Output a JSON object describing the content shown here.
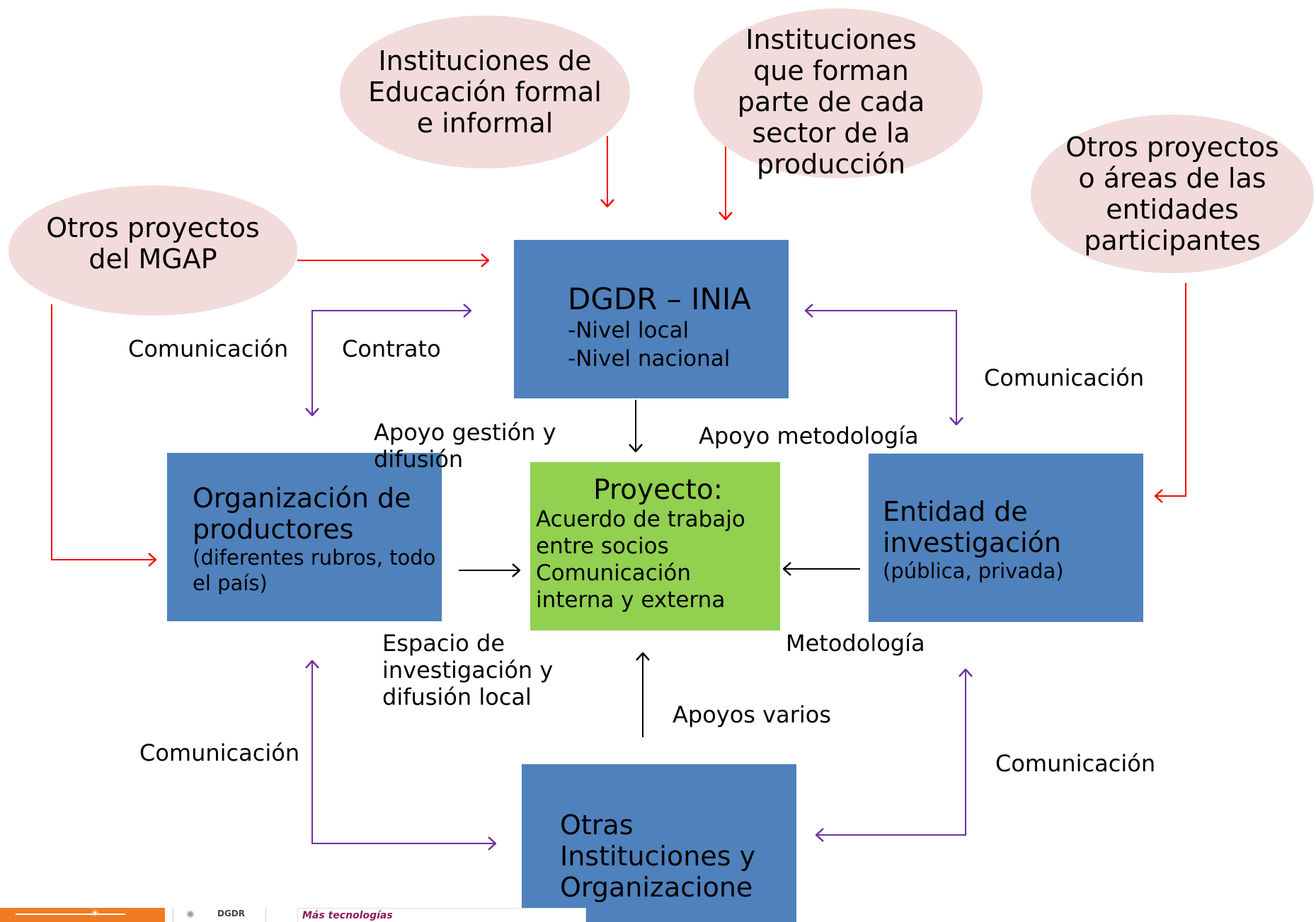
{
  "nodes": {
    "edu_institutions": "Instituciones de\nEducación formal\ne informal",
    "sector_institutions": "Instituciones\nque forman\nparte de cada\nsector de la\nproducción",
    "mgap_projects": "Otros proyectos\ndel MGAP",
    "other_projects": "Otros proyectos\no áreas de las\nentidades\nparticipantes",
    "dgdr": {
      "title": "DGDR – INIA",
      "items": [
        "Nivel local",
        "Nivel nacional"
      ]
    },
    "producers": {
      "title": "Organización de\nproductores",
      "subtitle": "(diferentes rubros, todo\nel país)"
    },
    "project": {
      "title": "Proyecto:",
      "body": "Acuerdo de trabajo\nentre socios\nComunicación\ninterna y externa"
    },
    "research": {
      "title": "Entidad de\ninvestigación",
      "subtitle": "(pública, privada)"
    },
    "others": {
      "title": "Otras\nInstituciones y\nOrganizacione"
    }
  },
  "edge_labels": {
    "comunicacion_left_top": "Comunicación",
    "contrato": "Contrato",
    "comunicacion_right_top": "Comunicación",
    "apoyo_gestion": "Apoyo gestión y\ndifusión",
    "apoyo_metodologia": "Apoyo metodología",
    "espacio": "Espacio de\ninvestigación y\ndifusión local",
    "metodologia": "Metodología",
    "apoyos_varios": "Apoyos varios",
    "comunicacion_left_bottom": "Comunicación",
    "comunicacion_right_bottom": "Comunicación"
  },
  "colors": {
    "ellipse_fill": "#f2dcdb",
    "box_fill": "#4f81bd",
    "project_fill": "#92d050",
    "red_arrow": "#ff0000",
    "purple_arrow": "#7030a0",
    "black_arrow": "#000000"
  },
  "footer": {
    "logo_dgdr": "DGDR",
    "logo_mas": "Más tecnologías"
  }
}
